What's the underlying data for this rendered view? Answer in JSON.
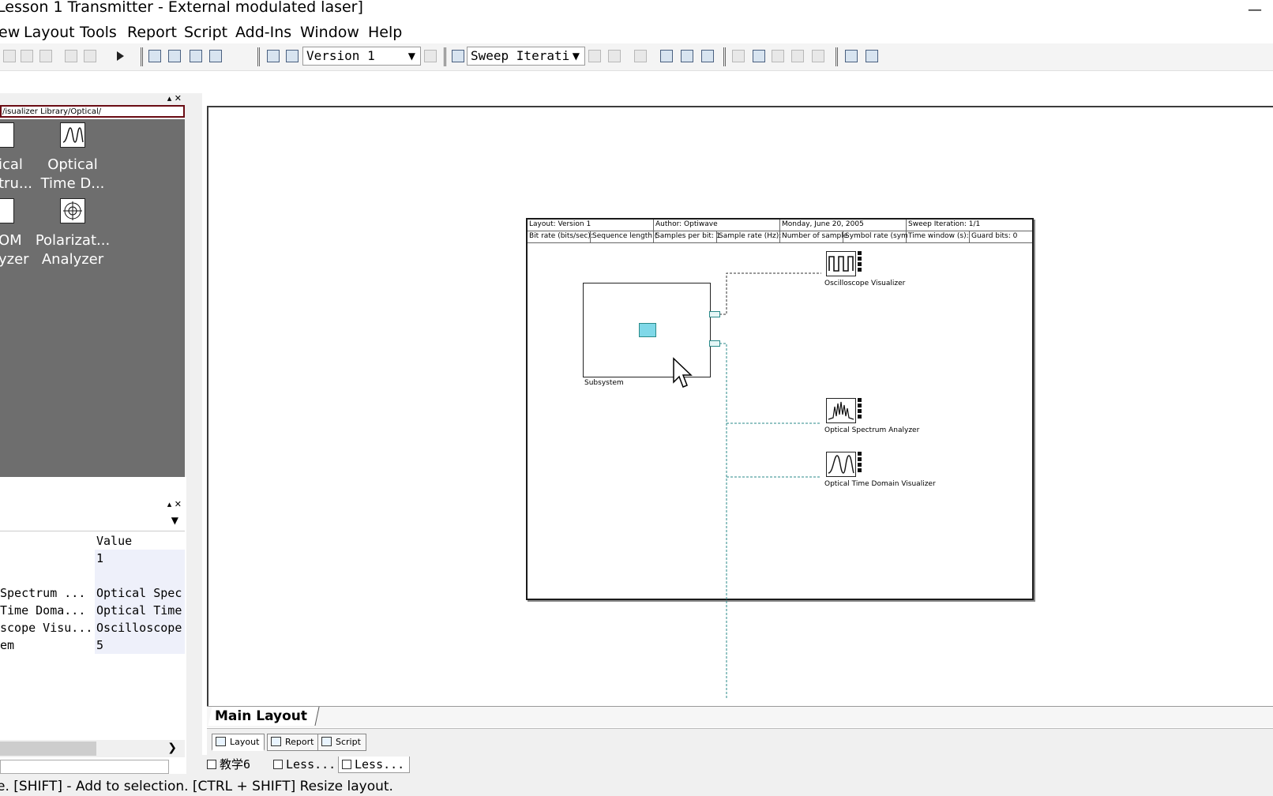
{
  "window": {
    "title": "Lesson 1 Transmitter - External modulated laser]",
    "minimize": "—"
  },
  "menu": [
    "ew",
    "Layout",
    "Tools",
    "Report",
    "Script",
    "Add-Ins",
    "Window",
    "Help"
  ],
  "toolbar": {
    "version": "Version 1",
    "sweep": "Sweep Iterati"
  },
  "library": {
    "path": "/isualizer Library/Optical/",
    "items": [
      {
        "label1": "ical",
        "label2": "tru...",
        "icon": "spectrum-icon"
      },
      {
        "label1": "Optical",
        "label2": "Time D...",
        "icon": "time-domain-icon"
      },
      {
        "label1": "OM",
        "label2": "yzer",
        "icon": "analyzer-icon"
      },
      {
        "label1": "Polarizat...",
        "label2": "Analyzer",
        "icon": "polarization-icon"
      }
    ]
  },
  "properties": {
    "header_value": "Value",
    "rows": [
      {
        "key": "",
        "value": "1"
      },
      {
        "key": "",
        "value": ""
      },
      {
        "key": "Spectrum ...",
        "value": "Optical Spec"
      },
      {
        "key": "Time Doma...",
        "value": "Optical Time"
      },
      {
        "key": "scope Visu...",
        "value": "Oscilloscope"
      },
      {
        "key": "em",
        "value": "5"
      }
    ]
  },
  "layout": {
    "header_row1": [
      "Layout: Version 1",
      "Author: Optiwave",
      "Monday, June 20, 2005",
      "Sweep Iteration: 1/1"
    ],
    "header_row2": [
      "Bit rate (bits/sec):",
      "Sequence length (",
      "Samples per bit: 1",
      "Sample rate (Hz):",
      "Number of sample",
      "Symbol rate (sym",
      "Time window (s):",
      "Guard bits:  0"
    ],
    "components": {
      "subsystem": "Subsystem",
      "oscilloscope": "Oscilloscope Visualizer",
      "spectrum": "Optical Spectrum Analyzer",
      "time_domain": "Optical Time Domain Visualizer"
    }
  },
  "tabs": {
    "main": "Main Layout",
    "views": [
      "Layout",
      "Report",
      "Script"
    ]
  },
  "documents": [
    "教学6",
    "Less...",
    "Less..."
  ],
  "status": "e. [SHIFT] - Add to selection. [CTRL + SHIFT] Resize layout.",
  "colors": {
    "library_bg": "#6e6e6e",
    "path_border": "#6a0c14",
    "wire_dark": "#333333",
    "wire_teal": "#2a8a8a",
    "subsystem_fill": "#7fd8e8"
  }
}
